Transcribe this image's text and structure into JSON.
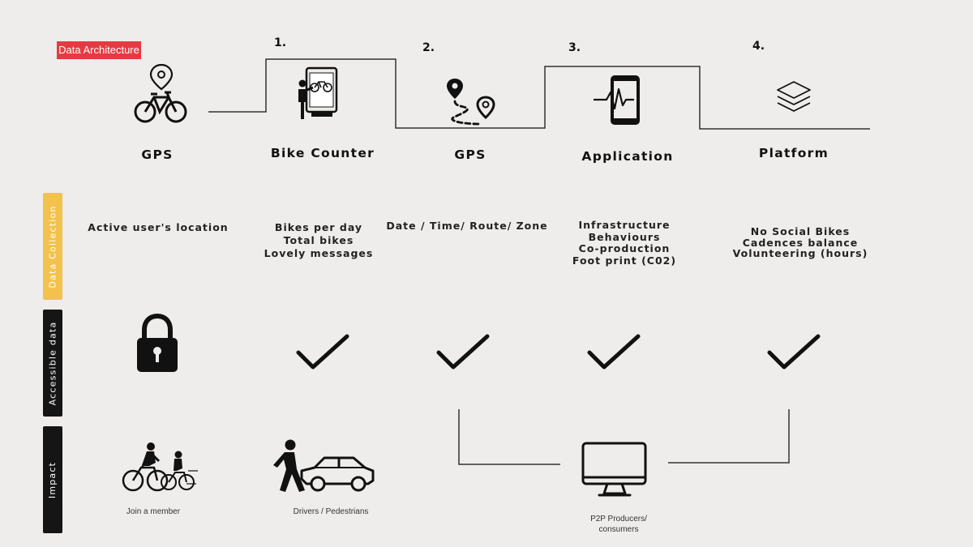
{
  "header": {
    "badge": "Data Architecture"
  },
  "steps": [
    "1.",
    "2.",
    "3.",
    "4."
  ],
  "columns": [
    {
      "title": "GPS",
      "icon": "bike-location-icon",
      "collection": [
        "Active user's location"
      ],
      "access": "lock-icon"
    },
    {
      "title": "Bike Counter",
      "icon": "bike-counter-icon",
      "collection": [
        "Bikes per day",
        "Total bikes",
        "Lovely messages"
      ],
      "access": "check-icon"
    },
    {
      "title": "GPS",
      "icon": "route-pins-icon",
      "collection": [
        "Date / Time/ Route/ Zone"
      ],
      "access": "check-icon"
    },
    {
      "title": "Application",
      "icon": "phone-pulse-icon",
      "collection": [
        "Infrastructure",
        "Behaviours",
        "Co-production",
        "Foot print (C02)"
      ],
      "access": "check-icon"
    },
    {
      "title": "Platform",
      "icon": "layers-icon",
      "collection": [
        "No Social Bikes",
        "Cadences balance",
        "Volunteering (hours)"
      ],
      "access": "check-icon"
    }
  ],
  "rows": {
    "collection": "Data Collection",
    "accessible": "Accessible data",
    "impact": "Impact"
  },
  "impact": [
    {
      "caption": "Join a member",
      "icon": "cyclists-icon"
    },
    {
      "caption": "Drivers / Pedestrians",
      "icon": "pedestrian-car-icon"
    },
    {
      "caption": "P2P Producers/\nconsumers",
      "icon": "monitor-icon"
    }
  ],
  "colors": {
    "badge": "#e63a43",
    "collection_bar": "#f3c24d",
    "dark_bar": "#151515",
    "background": "#eeedeb"
  }
}
